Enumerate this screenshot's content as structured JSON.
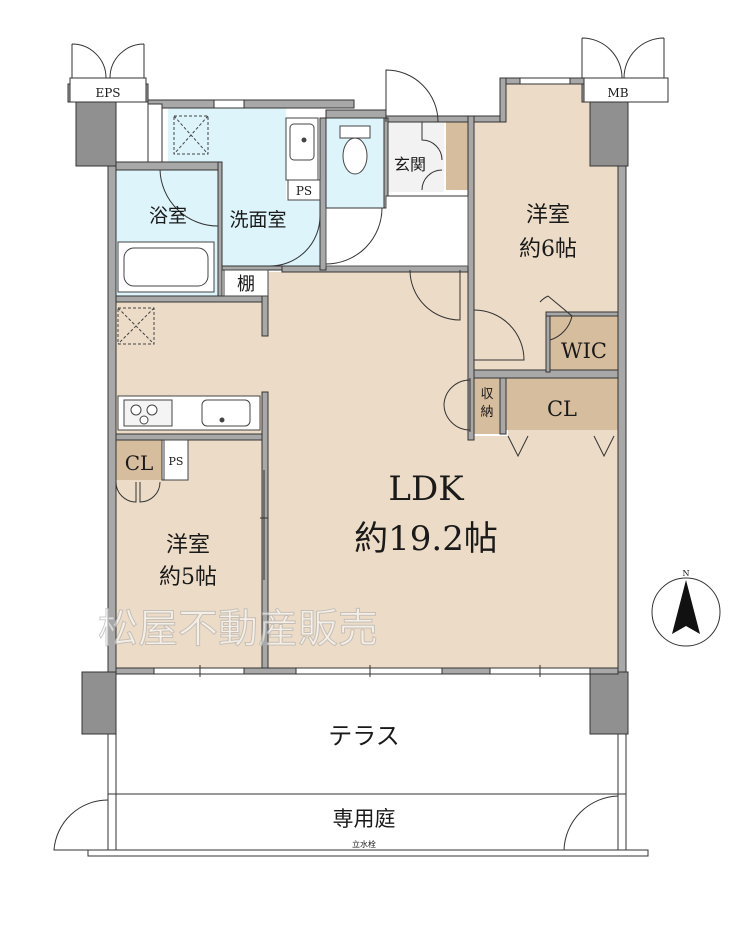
{
  "labels": {
    "eps": "EPS",
    "mb": "MB",
    "bath": "浴室",
    "washroom": "洗面室",
    "ps_wash": "PS",
    "ps_bed5": "PS",
    "shelf": "棚",
    "entrance": "玄関",
    "bedroom6_name": "洋室",
    "bedroom6_size": "約6帖",
    "wic": "WIC",
    "storage": "収納",
    "cl_ldk": "CL",
    "cl_bed5": "CL",
    "ldk_name": "LDK",
    "ldk_size": "約19.2帖",
    "bedroom5_name": "洋室",
    "bedroom5_size": "約5帖",
    "terrace": "テラス",
    "garden": "専用庭",
    "faucet": "立水栓",
    "north": "N"
  },
  "watermark": "松屋不動産販売",
  "colors": {
    "room_beige": "#ecdcc7",
    "storage_tan": "#d5bd9d",
    "wet_blue": "#dcf4fa",
    "hall_white": "#ffffff",
    "wall": "#909090",
    "wall_dark": "#6b6b6b",
    "line": "#333333"
  }
}
